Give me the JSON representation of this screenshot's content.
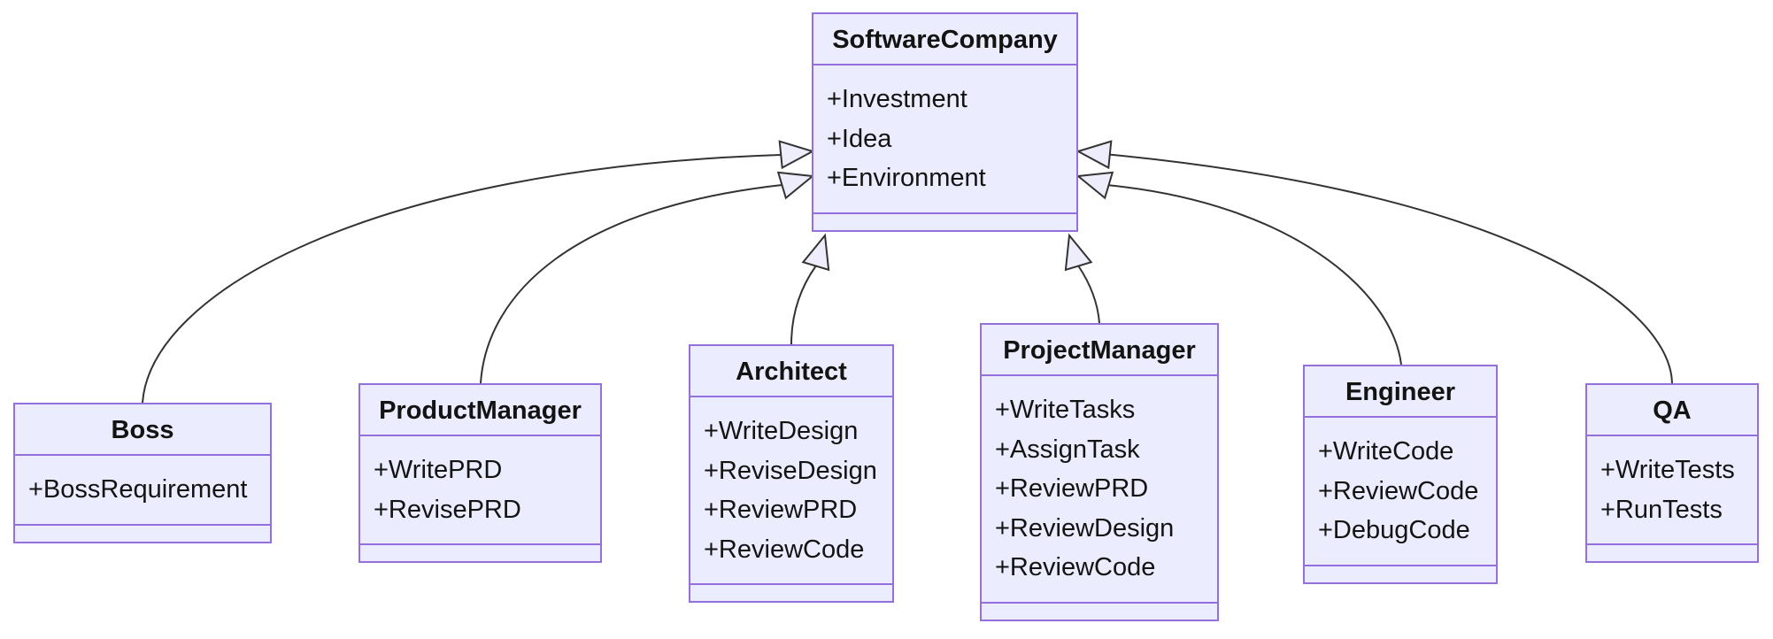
{
  "diagram": {
    "kind": "uml-class-diagram",
    "classes": [
      {
        "name": "SoftwareCompany",
        "attributes": [
          "+Investment",
          "+Idea",
          "+Environment"
        ],
        "methods": []
      },
      {
        "name": "Boss",
        "attributes": [
          "+BossRequirement"
        ],
        "methods": []
      },
      {
        "name": "ProductManager",
        "attributes": [
          "+WritePRD",
          "+RevisePRD"
        ],
        "methods": []
      },
      {
        "name": "Architect",
        "attributes": [
          "+WriteDesign",
          "+ReviseDesign",
          "+ReviewPRD",
          "+ReviewCode"
        ],
        "methods": []
      },
      {
        "name": "ProjectManager",
        "attributes": [
          "+WriteTasks",
          "+AssignTask",
          "+ReviewPRD",
          "+ReviewDesign",
          "+ReviewCode"
        ],
        "methods": []
      },
      {
        "name": "Engineer",
        "attributes": [
          "+WriteCode",
          "+ReviewCode",
          "+DebugCode"
        ],
        "methods": []
      },
      {
        "name": "QA",
        "attributes": [
          "+WriteTests",
          "+RunTests"
        ],
        "methods": []
      }
    ],
    "relations": [
      {
        "from": "Boss",
        "to": "SoftwareCompany",
        "type": "inheritance"
      },
      {
        "from": "ProductManager",
        "to": "SoftwareCompany",
        "type": "inheritance"
      },
      {
        "from": "Architect",
        "to": "SoftwareCompany",
        "type": "inheritance"
      },
      {
        "from": "ProjectManager",
        "to": "SoftwareCompany",
        "type": "inheritance"
      },
      {
        "from": "Engineer",
        "to": "SoftwareCompany",
        "type": "inheritance"
      },
      {
        "from": "QA",
        "to": "SoftwareCompany",
        "type": "inheritance"
      }
    ],
    "colors": {
      "node_fill": "#ECECFF",
      "node_border": "#9370DB",
      "edge_stroke": "#333333",
      "text": "#131313",
      "background": "#FFFFFF"
    }
  }
}
